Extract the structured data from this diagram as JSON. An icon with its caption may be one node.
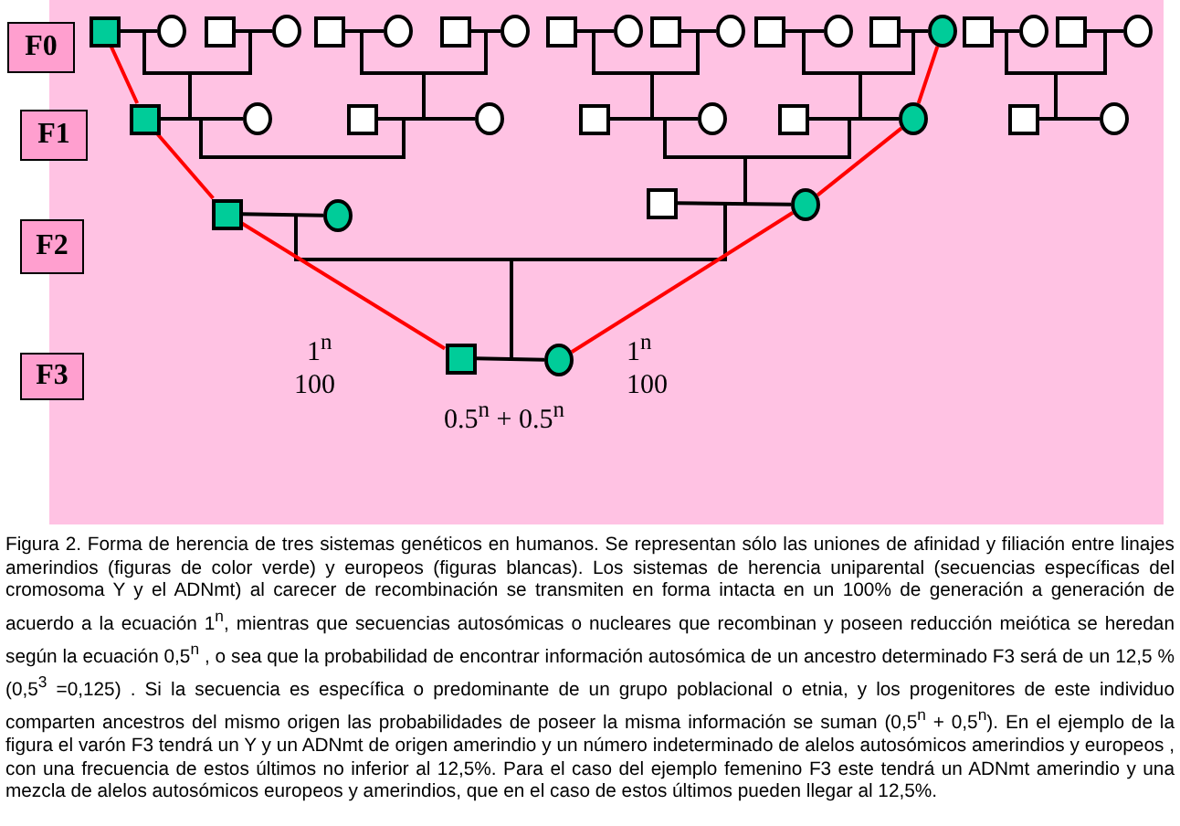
{
  "diagram": {
    "caption": "Figura 2. Forma de herencia de tres sistemas genéticos en humanos. Se representan sólo las uniones de afinidad y filiación entre linajes amerindios (figuras de color verde) y europeos (figuras blancas). Los sistemas de herencia uniparental (secuencias específicas del cromosoma Y y el ADNmt) al carecer de recombinación se transmiten en forma intacta en un 100% de generación a generación de acuerdo a la ecuación 1$^{n}$, mientras que secuencias autosómicas o nucleares que recombinan y poseen reducción meiótica se heredan según la ecuación 0,5$^{n}$ , o sea que la probabilidad de encontrar información autosómica de un ancestro determinado F3 será de un 12,5 % (0,5$^{3}$ =0,125) . Si la secuencia es específica o predominante de un grupo poblacional o etnia, y los progenitores de este individuo comparten ancestros del mismo origen las probabilidades de poseer la misma información se suman (0,5$^{n}$ + 0,5$^{n}$). En el ejemplo de la figura el varón F3 tendrá un Y y un ADNmt de origen amerindio y un número indeterminado de alelos autosómicos amerindios y europeos , con una frecuencia de estos últimos no inferior al 12,5%. Para el caso del ejemplo femenino F3 este tendrá un ADNmt amerindio y una mezcla de alelos autosómicos europeos y amerindios, que en el caso de estos últimos pueden llegar al 12,5%.",
    "nodes": [
      {
        "text": [
          "F0"
        ]
      },
      {
        "text": [],
        "shape": "box"
      },
      {
        "text": [],
        "shape": "circle"
      },
      {
        "text": [],
        "shape": "box"
      },
      {
        "text": [],
        "shape": "circle"
      },
      {
        "text": [],
        "shape": "box"
      },
      {
        "text": [],
        "shape": "circle"
      },
      {
        "text": [],
        "shape": "box"
      },
      {
        "text": [],
        "shape": "circle"
      },
      {
        "text": [],
        "shape": "box"
      },
      {
        "text": [],
        "shape": "circle"
      },
      {
        "text": [],
        "shape": "box"
      },
      {
        "text": [],
        "shape": "circle"
      },
      {
        "text": [],
        "shape": "box"
      },
      {
        "text": [],
        "shape": "circle"
      },
      {
        "text": [],
        "shape": "box"
      },
      {
        "text": [],
        "shape": "circle"
      },
      {
        "text": [],
        "shape": "box"
      },
      {
        "text": [],
        "shape": "circle"
      },
      {
        "text": [],
        "shape": "box"
      },
      {
        "text": [],
        "shape": "circle"
      },
      {
        "text": [
          "F1"
        ]
      },
      {
        "text": [],
        "shape": "box"
      },
      {
        "text": [],
        "shape": "circle"
      },
      {
        "text": [],
        "shape": "box"
      },
      {
        "text": [],
        "shape": "circle"
      },
      {
        "text": [],
        "shape": "box"
      },
      {
        "text": [],
        "shape": "circle"
      },
      {
        "text": [],
        "shape": "box"
      },
      {
        "text": [],
        "shape": "circle"
      },
      {
        "text": [],
        "shape": "box"
      },
      {
        "text": [],
        "shape": "circle"
      },
      {
        "text": [
          "F2"
        ]
      },
      {
        "text": [],
        "shape": "box"
      },
      {
        "text": [],
        "shape": "circle"
      },
      {
        "text": [],
        "shape": "box"
      },
      {
        "text": [],
        "shape": "circle"
      },
      {
        "text": [
          "F3"
        ]
      },
      {
        "text": [],
        "shape": "box"
      },
      {
        "text": [],
        "shape": "circle"
      }
    ],
    "edges": [
      {
        "from": 1,
        "to": 2,
        "arrow": "none"
      },
      {
        "from": 3,
        "to": 4,
        "arrow": "none"
      },
      {
        "from": 5,
        "to": 6,
        "arrow": "none"
      },
      {
        "from": 7,
        "to": 8,
        "arrow": "none"
      },
      {
        "from": 9,
        "to": 10,
        "arrow": "none"
      },
      {
        "from": 11,
        "to": 12,
        "arrow": "none"
      },
      {
        "from": 13,
        "to": 14,
        "arrow": "none"
      },
      {
        "from": 15,
        "to": 16,
        "arrow": "none"
      },
      {
        "from": 17,
        "to": 18,
        "arrow": "none"
      },
      {
        "from": 19,
        "to": 20,
        "arrow": "none"
      },
      {
        "from": 22,
        "to": 23,
        "arrow": "none"
      },
      {
        "from": 24,
        "to": 25,
        "arrow": "none"
      },
      {
        "from": 26,
        "to": 27,
        "arrow": "none"
      },
      {
        "from": 28,
        "to": 29,
        "arrow": "none"
      },
      {
        "from": 30,
        "to": 31,
        "arrow": "none"
      },
      {
        "from": 33,
        "to": 34,
        "arrow": "none"
      },
      {
        "from": 35,
        "to": 36,
        "arrow": "none"
      },
      {
        "from": 38,
        "to": 39,
        "arrow": "none"
      },
      {
        "from": 1,
        "to": 22,
        "arrow": "none",
        "color": "#ff0000"
      },
      {
        "from": 22,
        "to": 33,
        "arrow": "none",
        "color": "#ff0000"
      },
      {
        "from": 33,
        "to": 38,
        "arrow": "none",
        "color": "#ff0000"
      },
      {
        "from": 16,
        "to": 29,
        "arrow": "none",
        "color": "#ff0000"
      },
      {
        "from": 29,
        "to": 36,
        "arrow": "none",
        "color": "#ff0000"
      },
      {
        "from": 36,
        "to": 39,
        "arrow": "none",
        "color": "#ff0000"
      }
    ],
    "labels": [
      "1$^{n}$",
      "1$^{n}$",
      "100",
      "0.5$^{n}$ + 0.5$^{n}$",
      "100"
    ]
  }
}
